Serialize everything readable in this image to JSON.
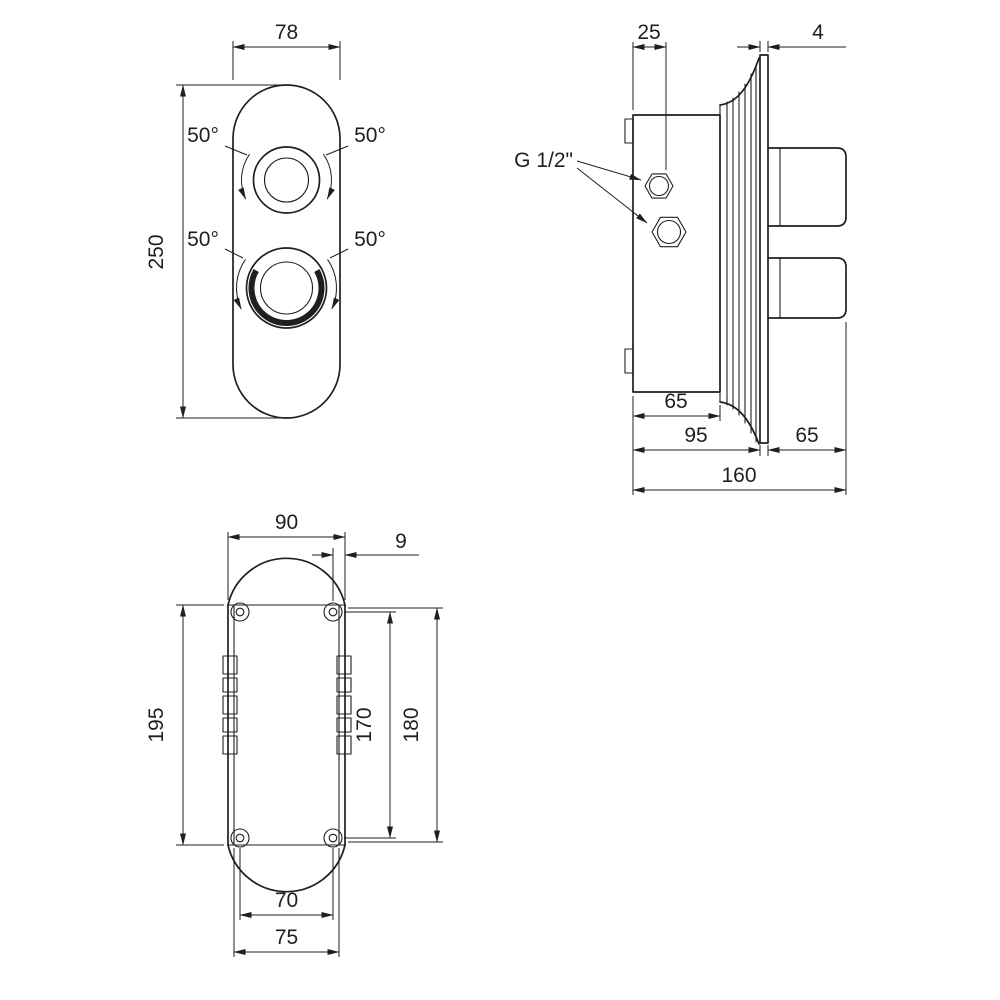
{
  "drawing": {
    "background": "#ffffff",
    "ink": "#1f1f1f",
    "views": {
      "front": {
        "plate_width_mm": "78",
        "plate_height_mm": "250",
        "upper_knob_rotation_left": "50°",
        "upper_knob_rotation_right": "50°",
        "lower_knob_rotation_left": "50°",
        "lower_knob_rotation_right": "50°"
      },
      "side": {
        "inlet_axis_offset_mm": "25",
        "plate_thickness_mm": "4",
        "connection_thread": "G 1/2\"",
        "body_depth_mm": "65",
        "built_in_depth_mm": "95",
        "handle_projection_mm": "65",
        "total_depth_mm": "160"
      },
      "box": {
        "width_mm": "90",
        "hole_edge_offset_mm": "9",
        "height_mm": "195",
        "hole_spacing_vertical_mm": "170",
        "outer_height_mm": "180",
        "hole_spacing_horizontal_mm": "70",
        "body_width_mm": "75"
      }
    }
  }
}
